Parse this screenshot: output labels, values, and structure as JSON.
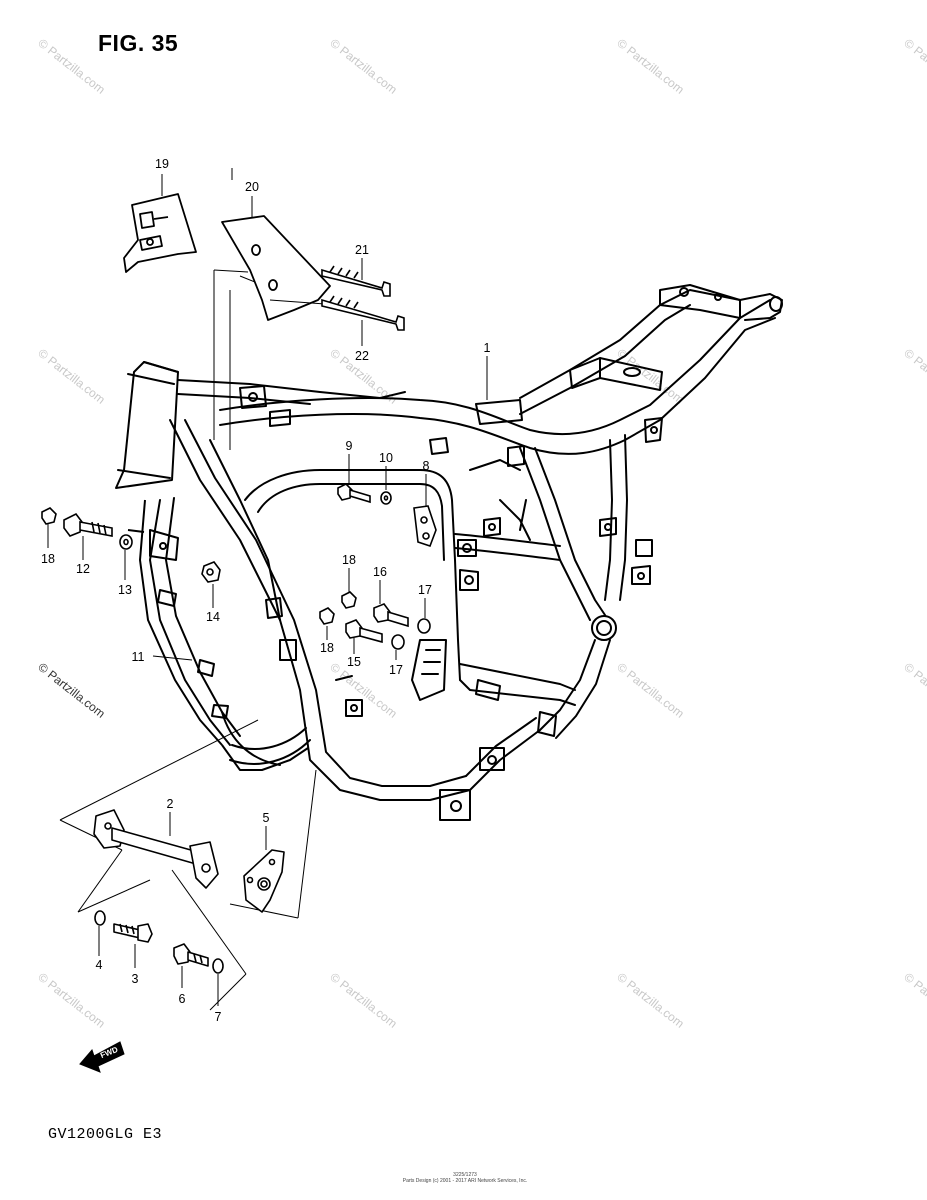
{
  "figure": {
    "title": "FIG. 35",
    "model_code": "GV1200GLG E3"
  },
  "callouts": [
    {
      "id": "c1",
      "label": "1"
    },
    {
      "id": "c2",
      "label": "2"
    },
    {
      "id": "c3",
      "label": "3"
    },
    {
      "id": "c4",
      "label": "4"
    },
    {
      "id": "c5",
      "label": "5"
    },
    {
      "id": "c6",
      "label": "6"
    },
    {
      "id": "c7",
      "label": "7"
    },
    {
      "id": "c8",
      "label": "8"
    },
    {
      "id": "c9",
      "label": "9"
    },
    {
      "id": "c10",
      "label": "10"
    },
    {
      "id": "c11",
      "label": "11"
    },
    {
      "id": "c12",
      "label": "12"
    },
    {
      "id": "c13",
      "label": "13"
    },
    {
      "id": "c14",
      "label": "14"
    },
    {
      "id": "c15",
      "label": "15"
    },
    {
      "id": "c16",
      "label": "16"
    },
    {
      "id": "c17a",
      "label": "17"
    },
    {
      "id": "c17b",
      "label": "17"
    },
    {
      "id": "c18a",
      "label": "18"
    },
    {
      "id": "c18b",
      "label": "18"
    },
    {
      "id": "c18c",
      "label": "18"
    },
    {
      "id": "c19",
      "label": "19"
    },
    {
      "id": "c20",
      "label": "20"
    },
    {
      "id": "c21",
      "label": "21"
    },
    {
      "id": "c22",
      "label": "22"
    }
  ],
  "fwd_label": "FWD",
  "watermark": {
    "text": "© Partzilla.com"
  },
  "footer": {
    "line1": "3225/1273",
    "line2": "Parts Design (c) 2001 - 2017 ARI Network Services, Inc."
  },
  "colors": {
    "ink": "#000000",
    "paper": "#ffffff",
    "watermark": "#c8c8c8"
  }
}
